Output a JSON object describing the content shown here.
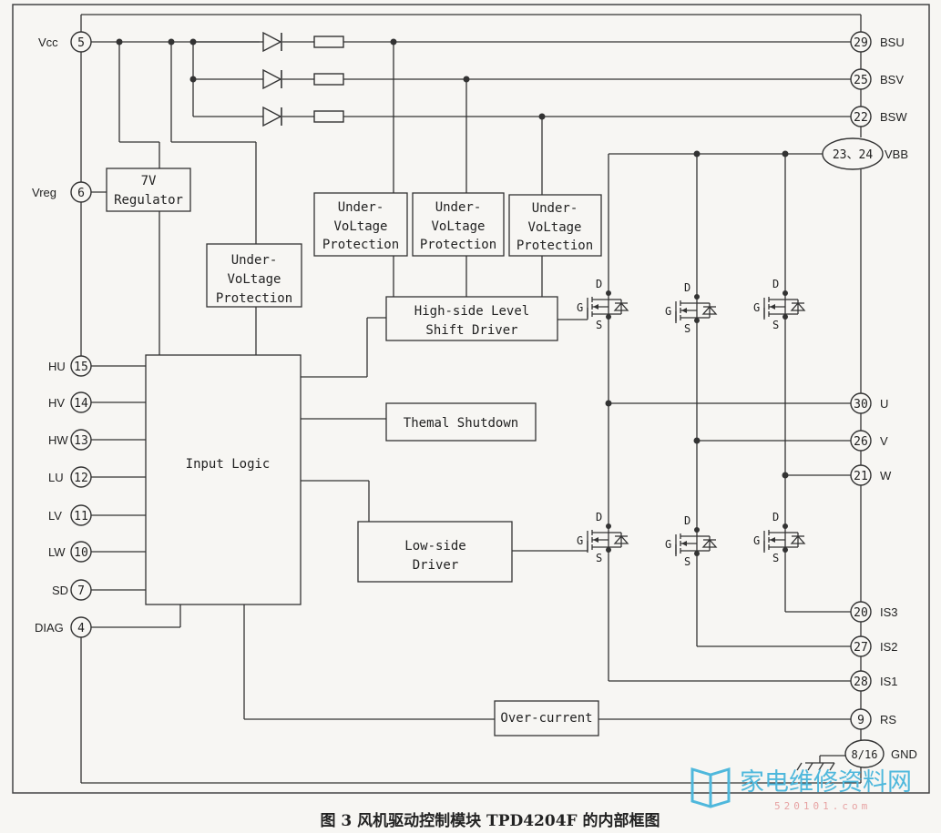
{
  "pins_left": [
    {
      "id": "vcc",
      "label": "Vcc",
      "num": "5"
    },
    {
      "id": "vreg",
      "label": "Vreg",
      "num": "6"
    },
    {
      "id": "hu",
      "label": "HU",
      "num": "15"
    },
    {
      "id": "hv",
      "label": "HV",
      "num": "14"
    },
    {
      "id": "hw",
      "label": "HW",
      "num": "13"
    },
    {
      "id": "lu",
      "label": "LU",
      "num": "12"
    },
    {
      "id": "lv",
      "label": "LV",
      "num": "11"
    },
    {
      "id": "lw",
      "label": "LW",
      "num": "10"
    },
    {
      "id": "sd",
      "label": "SD",
      "num": "7"
    },
    {
      "id": "diag",
      "label": "DIAG",
      "num": "4"
    }
  ],
  "pins_right": [
    {
      "id": "bsu",
      "label": "BSU",
      "num": "29"
    },
    {
      "id": "bsv",
      "label": "BSV",
      "num": "25"
    },
    {
      "id": "bsw",
      "label": "BSW",
      "num": "22"
    },
    {
      "id": "vbb",
      "label": "VBB",
      "num": "23、24"
    },
    {
      "id": "u",
      "label": "U",
      "num": "30"
    },
    {
      "id": "v",
      "label": "V",
      "num": "26"
    },
    {
      "id": "w",
      "label": "W",
      "num": "21"
    },
    {
      "id": "is3",
      "label": "IS3",
      "num": "20"
    },
    {
      "id": "is2",
      "label": "IS2",
      "num": "27"
    },
    {
      "id": "is1",
      "label": "IS1",
      "num": "28"
    },
    {
      "id": "rs",
      "label": "RS",
      "num": "9"
    },
    {
      "id": "gnd",
      "label": "GND",
      "num": "8/16"
    }
  ],
  "blocks": {
    "regulator": [
      "7V",
      "Regulator"
    ],
    "uvp_main": [
      "Under-",
      "VoLtage",
      "Protection"
    ],
    "uvp_u": [
      "Under-",
      "VoLtage",
      "Protection"
    ],
    "uvp_v": [
      "Under-",
      "VoLtage",
      "Protection"
    ],
    "uvp_w": [
      "Under-",
      "VoLtage",
      "Protection"
    ],
    "hs_driver": [
      "High-side Level",
      "Shift Driver"
    ],
    "thermal": "Themal Shutdown",
    "input_logic": "Input Logic",
    "ls_driver": [
      "Low-side",
      "Driver"
    ],
    "over_current": "Over-current"
  },
  "mosfet_labels": {
    "d": "D",
    "g": "G",
    "s": "S"
  },
  "caption": "图 3  风机驱动控制模块 TPD4204F 的内部框图",
  "watermark": {
    "text": "家电维修资料网",
    "sub": "520101.com"
  }
}
